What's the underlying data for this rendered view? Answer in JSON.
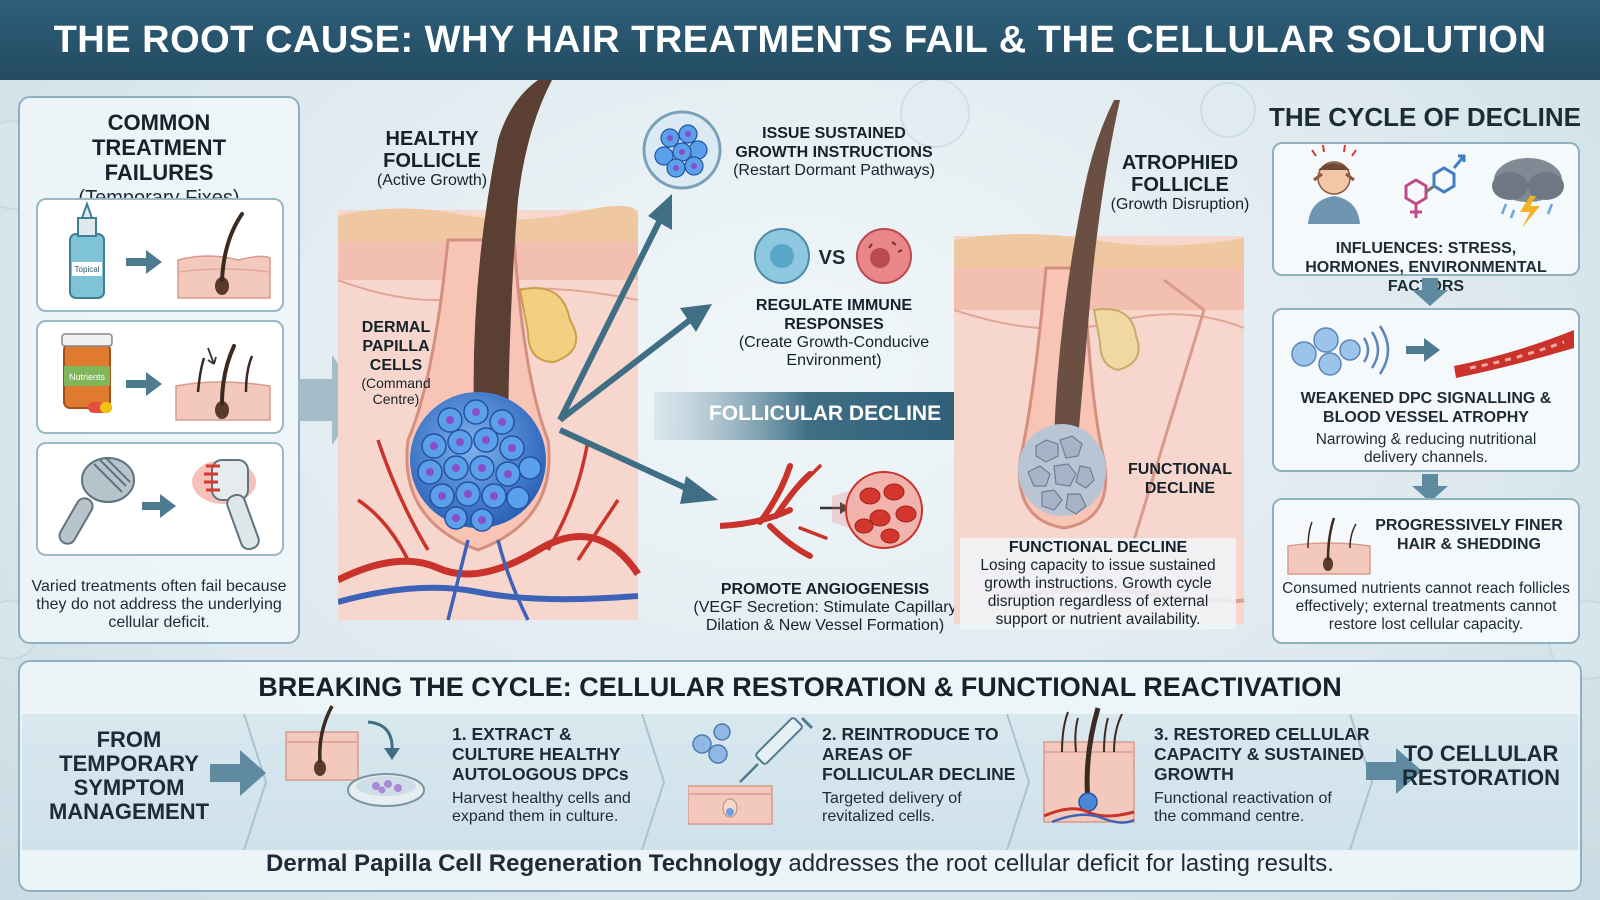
{
  "header": {
    "title": "THE ROOT CAUSE: WHY HAIR TREATMENTS FAIL & THE CELLULAR SOLUTION"
  },
  "left_panel": {
    "title": "COMMON TREATMENT FAILURES",
    "subtitle": "(Temporary Fixes)",
    "topical_label": "Topical",
    "nutrients_label": "Nutrients",
    "note": "Varied treatments often fail because they do not address the underlying cellular deficit."
  },
  "healthy": {
    "title": "HEALTHY FOLLICLE",
    "subtitle": "(Active Growth)",
    "dpc_title": "DERMAL PAPILLA CELLS",
    "dpc_subtitle": "(Command Centre)"
  },
  "functions": [
    {
      "title": "ISSUE SUSTAINED GROWTH INSTRUCTIONS",
      "desc": "(Restart Dormant Pathways)"
    },
    {
      "title": "REGULATE IMMUNE RESPONSES",
      "desc": "(Create Growth-Conducive Environment)",
      "vs": "VS"
    },
    {
      "title": "PROMOTE ANGIOGENESIS",
      "desc": "(VEGF Secretion: Stimulate Capillary Dilation & New Vessel Formation)"
    }
  ],
  "decline_arrow": "FOLLICULAR DECLINE",
  "atrophied": {
    "title": "ATROPHIED FOLLICLE",
    "subtitle": "(Growth Disruption)",
    "side_label": "FUNCTIONAL DECLINE",
    "caption_title": "FUNCTIONAL DECLINE",
    "caption_desc": "Losing capacity to issue sustained growth instructions. Growth cycle disruption regardless of external support or nutrient availability."
  },
  "cycle": {
    "title": "THE CYCLE OF DECLINE",
    "influences": "INFLUENCES: STRESS, HORMONES, ENVIRONMENTAL FACTORS",
    "weakened_title": "WEAKENED DPC SIGNALLING & BLOOD VESSEL ATROPHY",
    "weakened_desc": "Narrowing & reducing nutritional delivery channels.",
    "finer_title": "PROGRESSIVELY FINER HAIR & SHEDDING",
    "finer_desc": "Consumed nutrients cannot reach follicles effectively; external treatments cannot restore lost cellular capacity."
  },
  "bottom": {
    "title": "BREAKING THE CYCLE: CELLULAR RESTORATION & FUNCTIONAL REACTIVATION",
    "from": "FROM TEMPORARY SYMPTOM MANAGEMENT",
    "to": "TO CELLULAR RESTORATION",
    "steps": [
      {
        "title": "1. EXTRACT & CULTURE HEALTHY AUTOLOGOUS DPCs",
        "desc": "Harvest healthy cells and expand them in culture."
      },
      {
        "title": "2. REINTRODUCE TO AREAS OF FOLLICULAR DECLINE",
        "desc": "Targeted delivery of revitalized cells."
      },
      {
        "title": "3. RESTORED CELLULAR CAPACITY & SUSTAINED GROWTH",
        "desc": "Functional reactivation of the command centre."
      }
    ],
    "tagline_bold": "Dermal Papilla Cell Regeneration Technology",
    "tagline_rest": " addresses the root cellular deficit for lasting results."
  },
  "colors": {
    "header": "#2b5a73",
    "arrow": "#3f6e85",
    "skin": "#f3c9bd",
    "dpc_blue": "#4c86d6",
    "vessel_red": "#c9332b",
    "vessel_blue": "#3d63b8"
  }
}
